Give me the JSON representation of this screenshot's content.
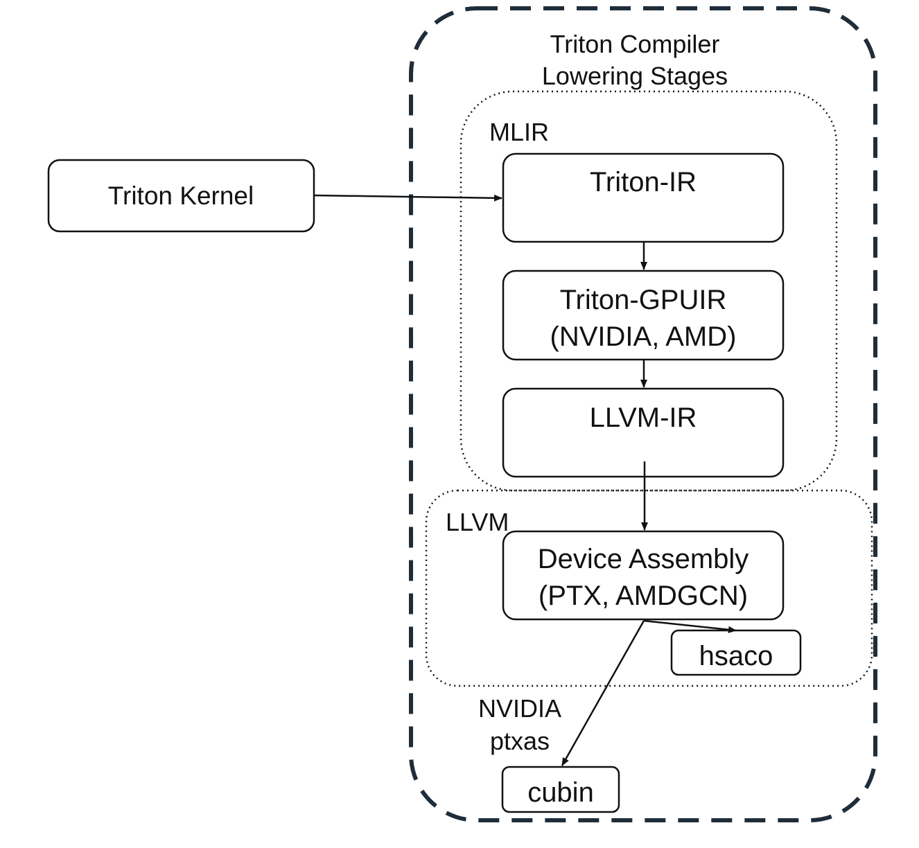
{
  "diagram": {
    "outer_container": {
      "title_line1": "Triton Compiler",
      "title_line2": "Lowering Stages"
    },
    "groups": {
      "mlir": "MLIR",
      "llvm": "LLVM"
    },
    "nodes": {
      "triton_kernel": "Triton Kernel",
      "triton_ir": "Triton-IR",
      "triton_gpuir_line1": "Triton-GPUIR",
      "triton_gpuir_line2": "(NVIDIA, AMD)",
      "llvm_ir": "LLVM-IR",
      "device_assembly_line1": "Device Assembly",
      "device_assembly_line2": "(PTX, AMDGCN)",
      "hsaco": "hsaco",
      "cubin": "cubin"
    },
    "edge_labels": {
      "ptxas_line1": "NVIDIA",
      "ptxas_line2": "ptxas"
    },
    "colors": {
      "outer_border": "#1f2d3a",
      "ink": "#111111",
      "background": "#ffffff"
    }
  }
}
